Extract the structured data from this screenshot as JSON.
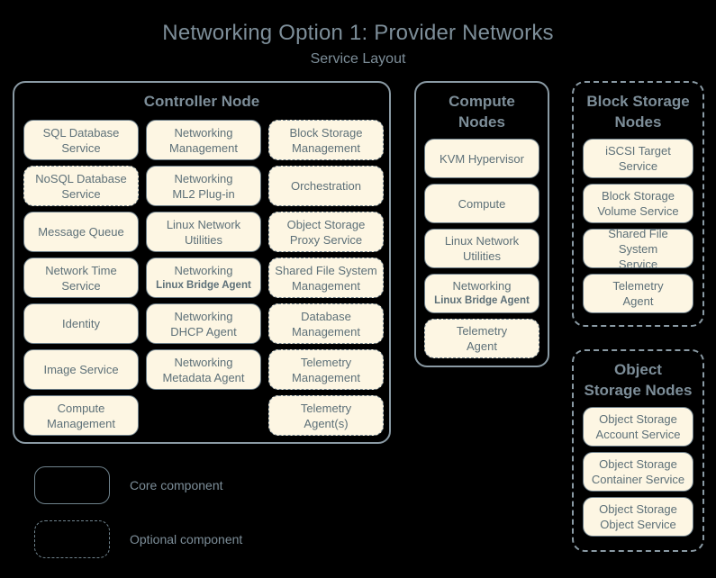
{
  "header": {
    "title": "Networking Option 1: Provider Networks",
    "subtitle": "Service Layout"
  },
  "panels": {
    "controller": {
      "title": "Controller Node",
      "style": "solid",
      "services": [
        {
          "l1": "SQL Database",
          "l2": "Service",
          "optional": false
        },
        {
          "l1": "Networking",
          "l2": "Management",
          "optional": false
        },
        {
          "l1": "Block Storage",
          "l2": "Management",
          "optional": true
        },
        {
          "l1": "NoSQL Database",
          "l2": "Service",
          "optional": true
        },
        {
          "l1": "Networking",
          "l2": "ML2 Plug-in",
          "optional": false
        },
        {
          "l1": "Orchestration",
          "l2": "",
          "optional": true
        },
        {
          "l1": "Message Queue",
          "l2": "",
          "optional": false
        },
        {
          "l1": "Linux Network",
          "l2": "Utilities",
          "optional": false
        },
        {
          "l1": "Object Storage",
          "l2": "Proxy Service",
          "optional": true
        },
        {
          "l1": "Network Time",
          "l2": "Service",
          "optional": false
        },
        {
          "l1": "Networking",
          "l2": "Linux Bridge Agent",
          "optional": false,
          "small2": true
        },
        {
          "l1": "Shared File System",
          "l2": "Management",
          "optional": true
        },
        {
          "l1": "Identity",
          "l2": "",
          "optional": false
        },
        {
          "l1": "Networking",
          "l2": "DHCP Agent",
          "optional": false
        },
        {
          "l1": "Database",
          "l2": "Management",
          "optional": true
        },
        {
          "l1": "Image Service",
          "l2": "",
          "optional": false
        },
        {
          "l1": "Networking",
          "l2": "Metadata Agent",
          "optional": false
        },
        {
          "l1": "Telemetry",
          "l2": "Management",
          "optional": true
        },
        {
          "l1": "Compute",
          "l2": "Management",
          "optional": false
        },
        {
          "l1": "",
          "l2": "",
          "empty": true
        },
        {
          "l1": "Telemetry",
          "l2": "Agent(s)",
          "optional": true
        }
      ]
    },
    "compute": {
      "title": "Compute\nNodes",
      "title_lines": [
        "Compute",
        "Nodes"
      ],
      "style": "solid",
      "services": [
        {
          "l1": "KVM Hypervisor",
          "l2": "",
          "optional": false
        },
        {
          "l1": "Compute",
          "l2": "",
          "optional": false
        },
        {
          "l1": "Linux Network",
          "l2": "Utilities",
          "optional": false
        },
        {
          "l1": "Networking",
          "l2": "Linux Bridge Agent",
          "optional": false,
          "small2": true
        },
        {
          "l1": "Telemetry",
          "l2": "Agent",
          "optional": true
        }
      ]
    },
    "block_storage": {
      "title_lines": [
        "Block Storage",
        "Nodes"
      ],
      "style": "dashed",
      "services": [
        {
          "l1": "iSCSI Target",
          "l2": "Service",
          "optional": false
        },
        {
          "l1": "Block Storage",
          "l2": "Volume Service",
          "optional": false
        },
        {
          "l1": "Shared File System",
          "l2": "Service",
          "optional": false
        },
        {
          "l1": "Telemetry",
          "l2": "Agent",
          "optional": false
        }
      ]
    },
    "object_storage": {
      "title_lines": [
        "Object",
        "Storage Nodes"
      ],
      "style": "dashed",
      "services": [
        {
          "l1": "Object Storage",
          "l2": "Account Service",
          "optional": false
        },
        {
          "l1": "Object Storage",
          "l2": "Container Service",
          "optional": false
        },
        {
          "l1": "Object Storage",
          "l2": "Object Service",
          "optional": false
        }
      ]
    }
  },
  "legend": {
    "core_label": "Core component",
    "optional_label": "Optional component"
  },
  "colors": {
    "background": "#000000",
    "text": "#7d8e99",
    "box_fill": "#fdf6e3",
    "box_border": "#6b7d88",
    "panel_border": "#8a9aa4"
  }
}
